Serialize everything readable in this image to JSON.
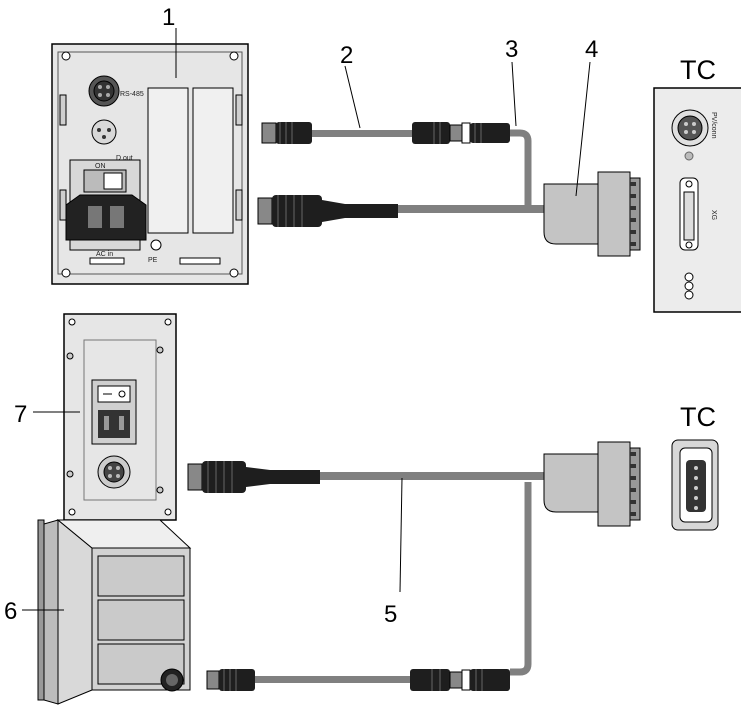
{
  "callouts": {
    "c1": "1",
    "c2": "2",
    "c3": "3",
    "c4": "4",
    "c5": "5",
    "c6": "6",
    "c7": "7"
  },
  "tc_labels": {
    "top": "TC",
    "bottom": "TC"
  },
  "panel_marks": {
    "rs485": "RS-485",
    "d_out": "D out",
    "on": "ON",
    "ac_in": "AC in",
    "pe": "PE",
    "pv_conn": "PV/conn",
    "xg": "XG"
  },
  "colors": {
    "cable": "#808080",
    "panel": "#e4e4e4",
    "connector": "#1e1e1e",
    "outline": "#000000"
  }
}
